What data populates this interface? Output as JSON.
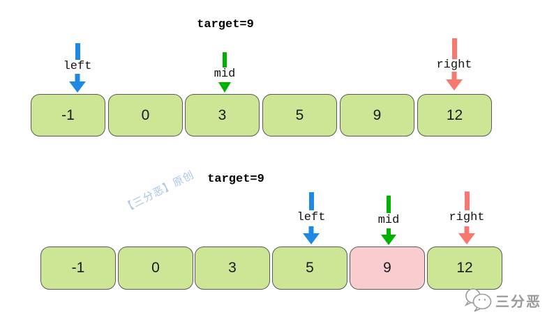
{
  "colors": {
    "cell_green": "#cce696",
    "cell_pink": "#f9cdd0",
    "cell_border": "#595959",
    "arrow_blue": "#1e88e5",
    "arrow_green": "#00b200",
    "arrow_red": "#f8776f",
    "watermark": "#a8c6e8",
    "logo_gray": "#9a9a9a"
  },
  "diagram_top": {
    "target_label": "target=9",
    "pointers": [
      {
        "label": "left",
        "color_name": "blue",
        "points_to_index": 0
      },
      {
        "label": "mid",
        "color_name": "green",
        "points_to_index": 2
      },
      {
        "label": "right",
        "color_name": "red",
        "points_to_index": 5
      }
    ],
    "cells": [
      {
        "value": "-1"
      },
      {
        "value": "0"
      },
      {
        "value": "3"
      },
      {
        "value": "5"
      },
      {
        "value": "9"
      },
      {
        "value": "12"
      }
    ]
  },
  "diagram_bottom": {
    "target_label": "target=9",
    "pointers": [
      {
        "label": "left",
        "color_name": "blue",
        "points_to_index": 3
      },
      {
        "label": "mid",
        "color_name": "green",
        "points_to_index": 4
      },
      {
        "label": "right",
        "color_name": "red",
        "points_to_index": 5
      }
    ],
    "cells": [
      {
        "value": "-1"
      },
      {
        "value": "0"
      },
      {
        "value": "3"
      },
      {
        "value": "5"
      },
      {
        "value": "9",
        "highlight": true
      },
      {
        "value": "12"
      }
    ]
  },
  "watermark": {
    "text": "【三分恶】原创"
  },
  "logo": {
    "text": "三分恶",
    "icon": "chat-bubbles-icon"
  }
}
